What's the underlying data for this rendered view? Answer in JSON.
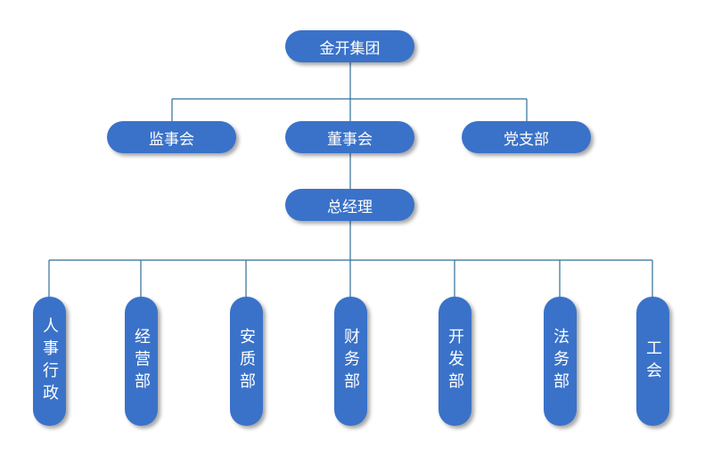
{
  "org_chart": {
    "root": {
      "label": "金开集团"
    },
    "boards": [
      {
        "label": "监事会"
      },
      {
        "label": "董事会"
      },
      {
        "label": "党支部"
      }
    ],
    "manager": {
      "label": "总经理"
    },
    "departments": [
      {
        "label": "人事行政"
      },
      {
        "label": "经营部"
      },
      {
        "label": "安质部"
      },
      {
        "label": "财务部"
      },
      {
        "label": "开发部"
      },
      {
        "label": "法务部"
      },
      {
        "label": "工会"
      }
    ],
    "colors": {
      "node_fill": "#3a72c9",
      "node_text": "#ffffff",
      "connector": "#2f6f9a"
    }
  }
}
